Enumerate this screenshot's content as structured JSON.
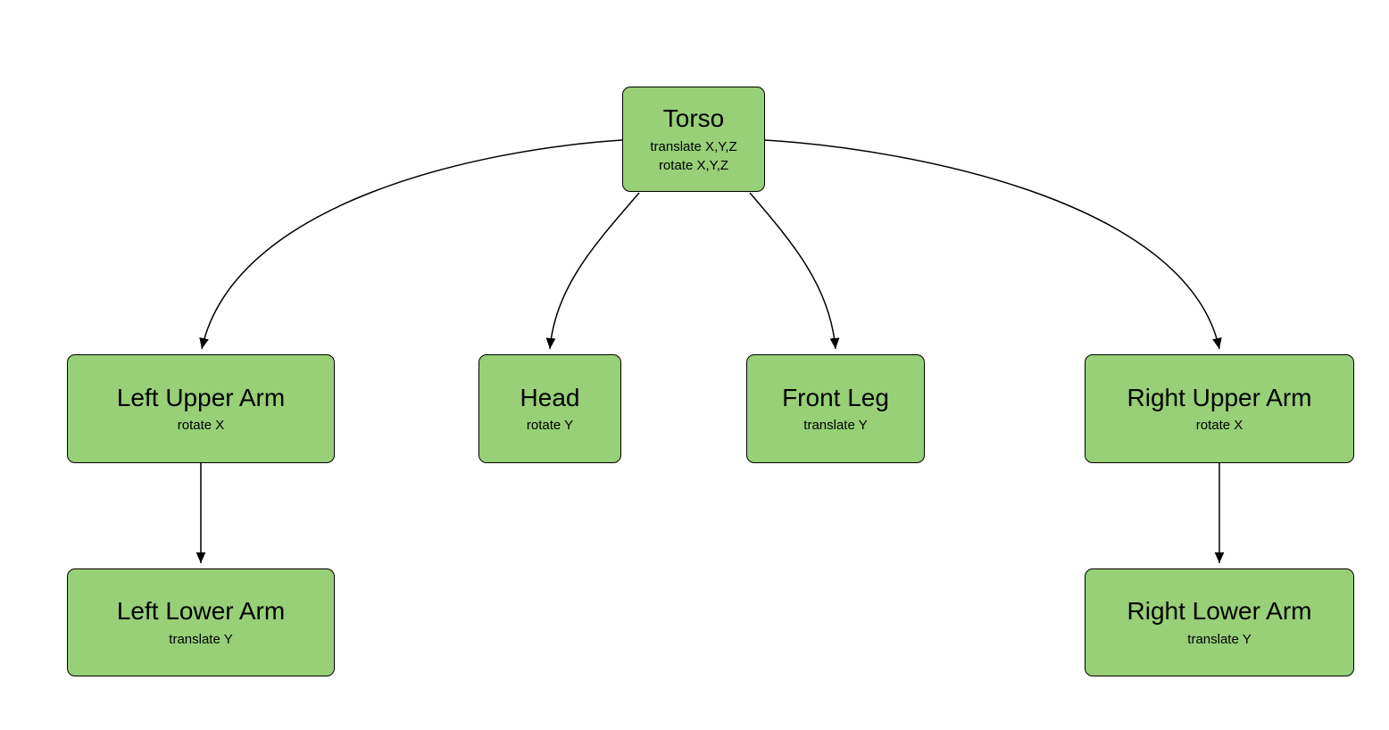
{
  "colors": {
    "node_fill": "#97d077",
    "node_border": "#000000",
    "edge": "#000000",
    "background": "#ffffff"
  },
  "nodes": {
    "torso": {
      "title": "Torso",
      "sub1": "translate X,Y,Z",
      "sub2": "rotate X,Y,Z"
    },
    "left_upper_arm": {
      "title": "Left Upper Arm",
      "sub1": "rotate X"
    },
    "head": {
      "title": "Head",
      "sub1": "rotate Y"
    },
    "front_leg": {
      "title": "Front Leg",
      "sub1": "translate Y"
    },
    "right_upper_arm": {
      "title": "Right Upper Arm",
      "sub1": "rotate X"
    },
    "left_lower_arm": {
      "title": "Left Lower Arm",
      "sub1": "translate Y"
    },
    "right_lower_arm": {
      "title": "Right Lower Arm",
      "sub1": "translate Y"
    }
  },
  "edges": [
    {
      "from": "Torso",
      "to": "Left Upper Arm"
    },
    {
      "from": "Torso",
      "to": "Head"
    },
    {
      "from": "Torso",
      "to": "Front Leg"
    },
    {
      "from": "Torso",
      "to": "Right Upper Arm"
    },
    {
      "from": "Left Upper Arm",
      "to": "Left Lower Arm"
    },
    {
      "from": "Right Upper Arm",
      "to": "Right Lower Arm"
    }
  ]
}
